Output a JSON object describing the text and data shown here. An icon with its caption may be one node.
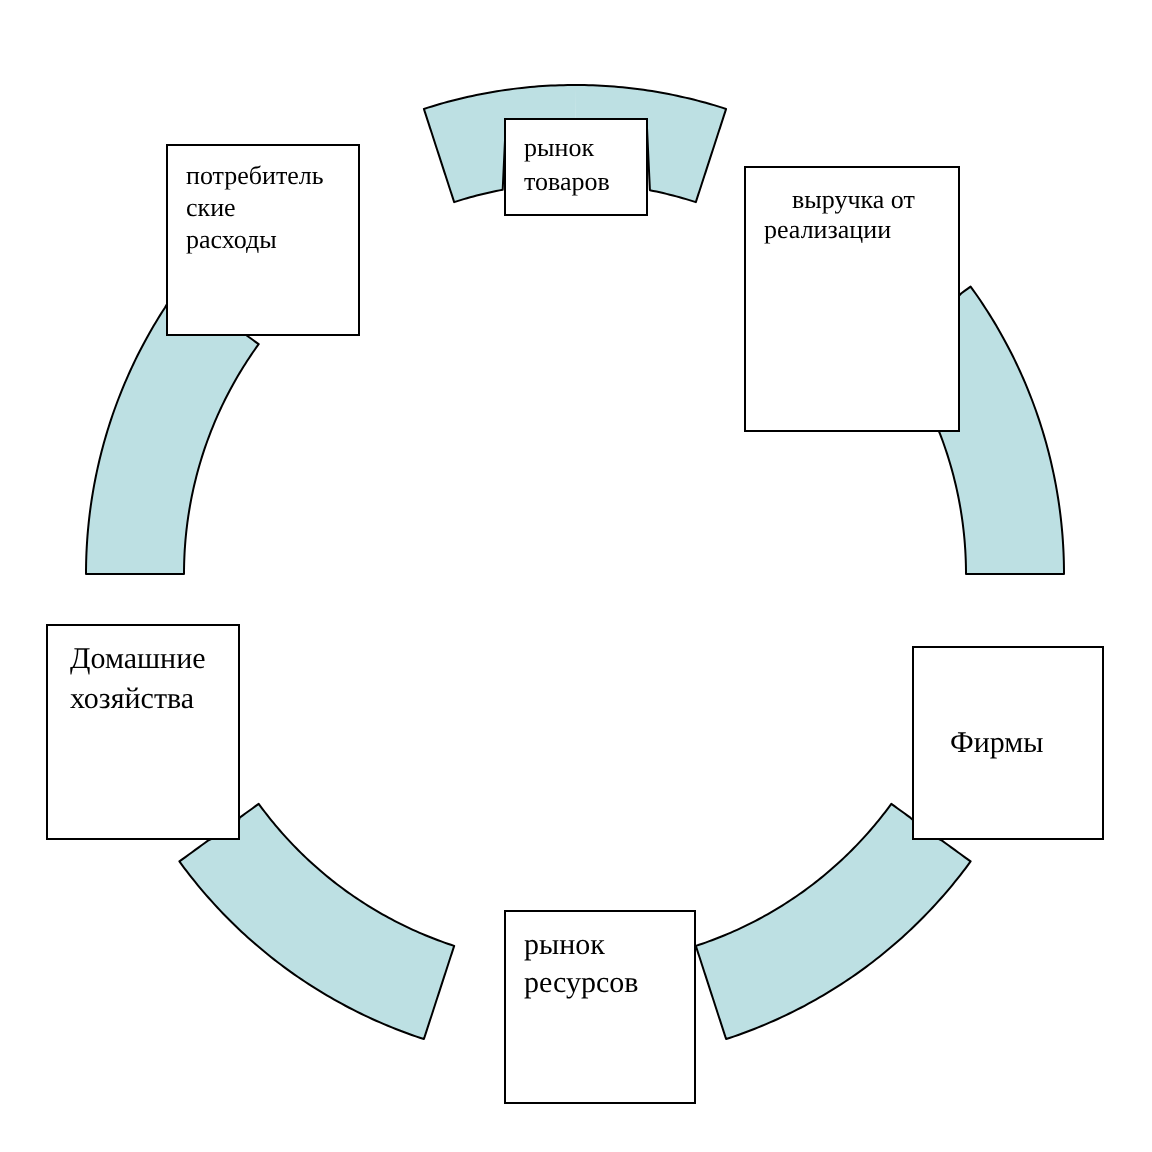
{
  "diagram": {
    "nodes": [
      {
        "text": [
          "потребитель ские расходы"
        ]
      },
      {
        "text": [
          "рынок товаров"
        ]
      },
      {
        "text": [
          "выручка от реализации"
        ]
      },
      {
        "text": [
          "Домашние хозяйства"
        ]
      },
      {
        "text": [
          "Фирмы"
        ]
      },
      {
        "text": [
          "рынок ресурсов"
        ]
      }
    ],
    "edges": [
      {
        "from": 3,
        "to": 0,
        "arrow": "none",
        "style": "thick"
      },
      {
        "from": 0,
        "to": 1,
        "arrow": "none",
        "style": "thick"
      },
      {
        "from": 1,
        "to": 2,
        "arrow": "none",
        "style": "thick"
      },
      {
        "from": 2,
        "to": 4,
        "arrow": "none",
        "style": "thick"
      },
      {
        "from": 4,
        "to": 5,
        "arrow": "none",
        "style": "thick"
      },
      {
        "from": 5,
        "to": 3,
        "arrow": "none",
        "style": "thick"
      }
    ]
  }
}
